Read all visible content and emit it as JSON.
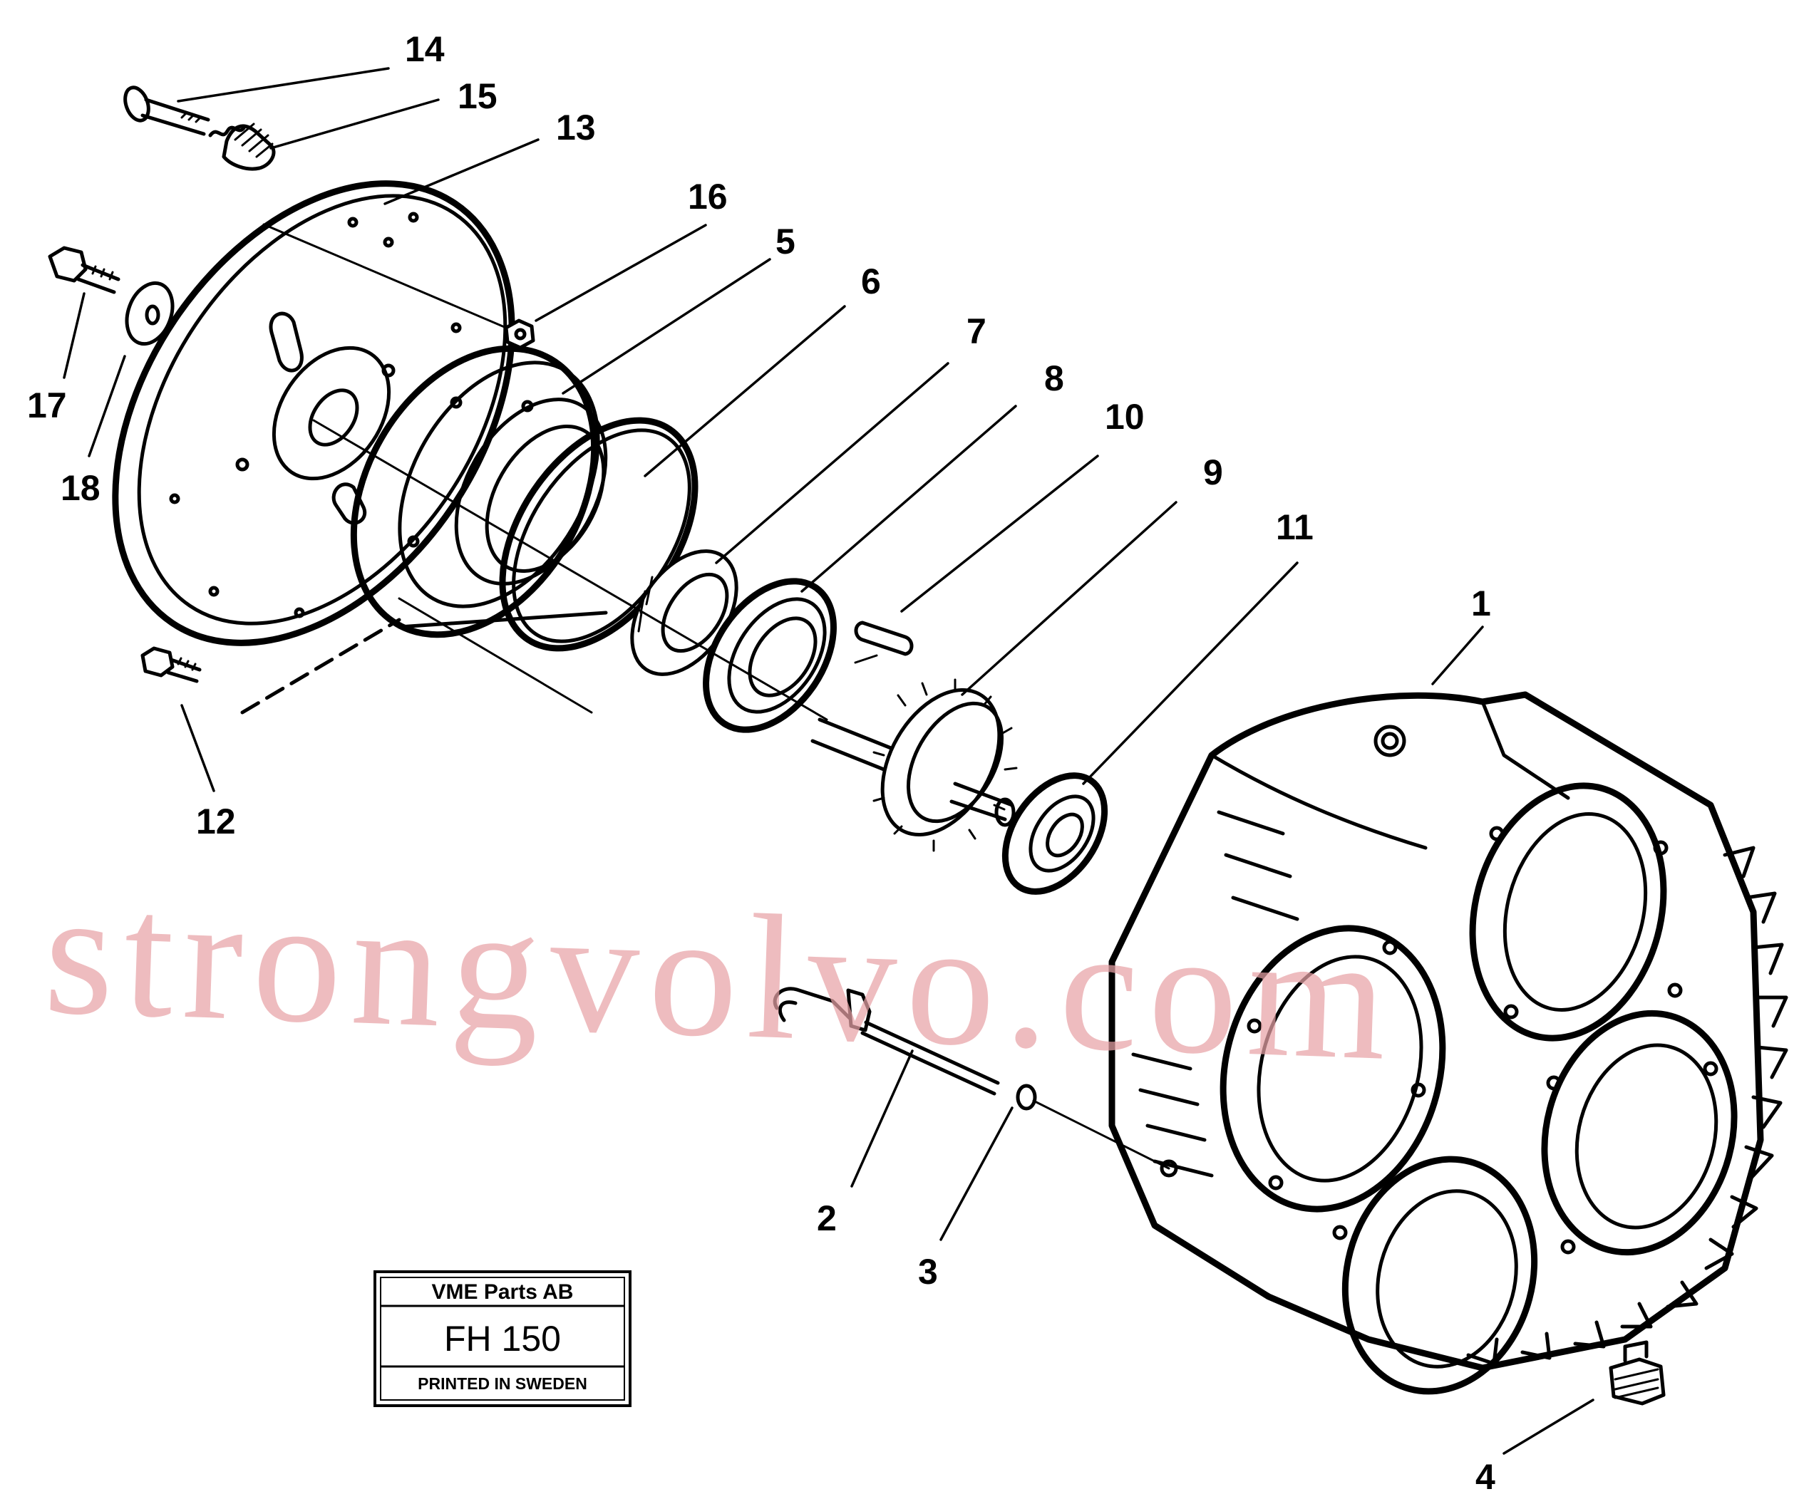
{
  "callouts": {
    "c1": "1",
    "c2": "2",
    "c3": "3",
    "c4": "4",
    "c5": "5",
    "c6": "6",
    "c7": "7",
    "c8": "8",
    "c9": "9",
    "c10": "10",
    "c11": "11",
    "c12": "12",
    "c13": "13",
    "c14": "14",
    "c15": "15",
    "c16": "16",
    "c17": "17",
    "c18": "18"
  },
  "label_box": {
    "company": "VME Parts AB",
    "code": "FH 150",
    "printed": "PRINTED IN SWEDEN"
  },
  "watermark": "strongvolvo.com",
  "colors": {
    "line": "#000000",
    "watermark": "#e8a2a6",
    "background": "#ffffff"
  }
}
